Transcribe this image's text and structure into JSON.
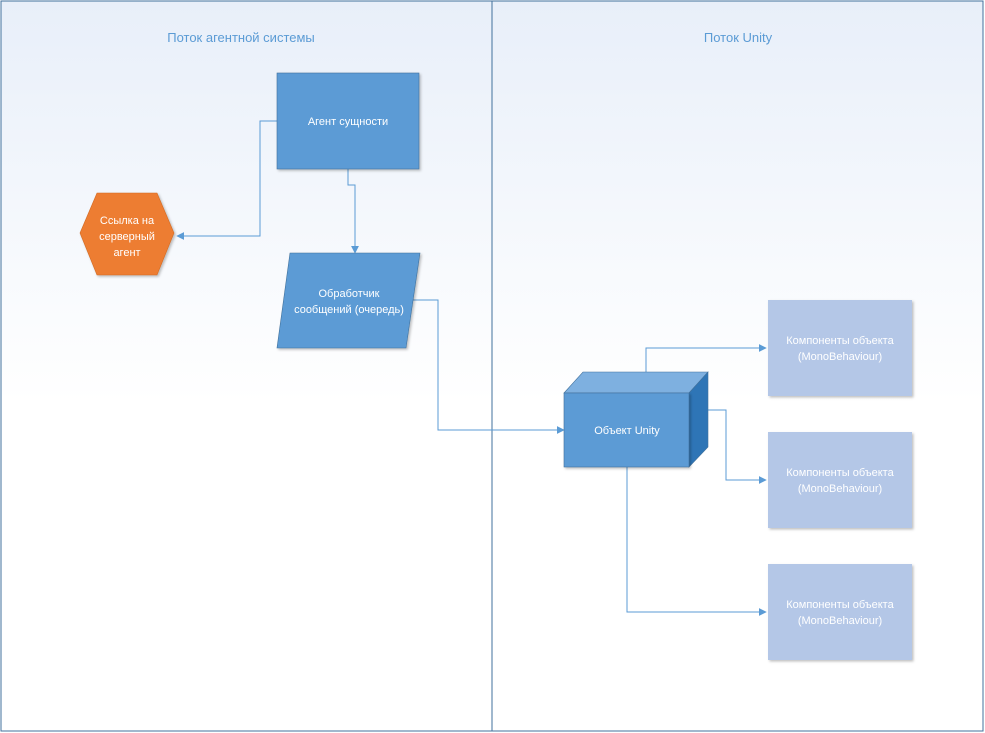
{
  "diagram": {
    "lanes": [
      {
        "id": "agent",
        "title": "Поток агентной системы"
      },
      {
        "id": "unity",
        "title": "Поток Unity"
      }
    ],
    "nodes": {
      "entity_agent": {
        "lines": [
          "Агент сущности"
        ]
      },
      "server_agent_ref": {
        "lines": [
          "Ссылка на",
          "серверный",
          "агент"
        ]
      },
      "message_handler": {
        "lines": [
          "Обработчик",
          "сообщений (очередь)"
        ]
      },
      "unity_object": {
        "lines": [
          "Объект Unity"
        ]
      },
      "component_1": {
        "lines": [
          "Компоненты объекта",
          "(MonoBehaviour)"
        ]
      },
      "component_2": {
        "lines": [
          "Компоненты объекта",
          "(MonoBehaviour)"
        ]
      },
      "component_3": {
        "lines": [
          "Компоненты объекта",
          "(MonoBehaviour)"
        ]
      }
    },
    "colors": {
      "primary": "#5b9bd5",
      "primary_dark": "#2e75b6",
      "accent": "#ed7d31",
      "muted": "#b4c7e7",
      "lane_border": "#41719c",
      "lane_bg": "#eef3fa"
    }
  }
}
